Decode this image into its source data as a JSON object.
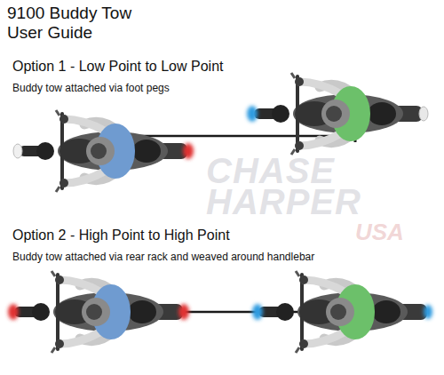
{
  "diagram": {
    "title": "9100 Buddy Tow",
    "labels": [
      "User Guide",
      "Option 1 - Low Point to Low Point",
      "Buddy tow attached via foot pegs",
      "Option 2 - High Point to High Point",
      "Buddy tow attached via rear rack and weaved around handlebar",
      "CHASE",
      "HARPER",
      "USA"
    ]
  }
}
